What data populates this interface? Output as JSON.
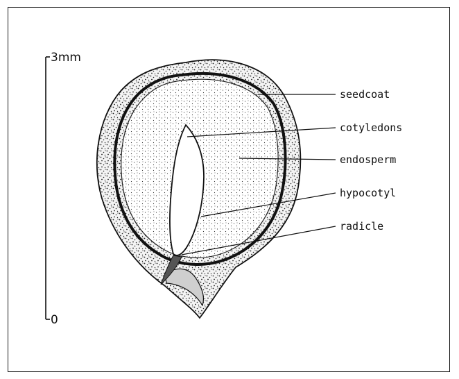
{
  "scale": {
    "top_label": "3mm",
    "bottom_label": "0"
  },
  "labels": {
    "seedcoat": "seedcoat",
    "cotyledons": "cotyledons",
    "endosperm": "endosperm",
    "hypocotyl": "hypocotyl",
    "radicle": "radicle"
  }
}
